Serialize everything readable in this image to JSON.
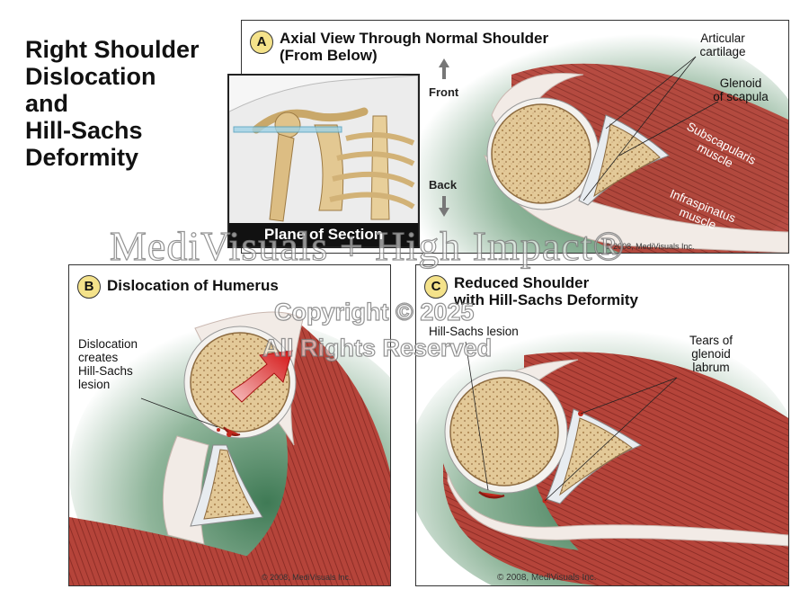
{
  "title": {
    "lines": [
      "Right Shoulder",
      "Dislocation",
      "and",
      "Hill-Sachs",
      "Deformity"
    ]
  },
  "panel_a": {
    "letter": "A",
    "title_lines": [
      "Axial View Through Normal Shoulder",
      "(From Below)"
    ],
    "front_label": "Front",
    "back_label": "Back",
    "articular_cartilage_lines": [
      "Articular",
      "cartilage"
    ],
    "glenoid_lines": [
      "Glenoid",
      "of scapula"
    ],
    "subscapularis_lines": [
      "Subscapularis",
      "muscle"
    ],
    "infraspinatus_lines": [
      "Infraspinatus",
      "muscle"
    ],
    "copyright": "© 2008, MediVisuals Inc."
  },
  "inset": {
    "caption": "Plane of Section"
  },
  "panel_b": {
    "letter": "B",
    "title": "Dislocation of Humerus",
    "lesion_lines": [
      "Dislocation",
      "creates",
      "Hill-Sachs",
      "lesion"
    ],
    "copyright": "© 2008, MediVisuals Inc."
  },
  "panel_c": {
    "letter": "C",
    "title_lines": [
      "Reduced Shoulder",
      "with Hill-Sachs Deformity"
    ],
    "lesion_label": "Hill-Sachs lesion",
    "tears_lines": [
      "Tears of",
      "glenoid",
      "labrum"
    ],
    "copyright": "© 2008, MediVisuals Inc."
  },
  "watermark": {
    "line1": "MediVisuals + High Impact®",
    "line2": "Copyright © 2025",
    "line3": "All Rights Reserved"
  },
  "colors": {
    "muscle": "#b5443a",
    "muscle_dark": "#8f2e27",
    "bone": "#e3c998",
    "bone_speckle": "#b08a55",
    "cartilage": "#e8ecf0",
    "tendon": "#efe6e0",
    "background_green": "#5c8c6c",
    "badge": "#f4e28a",
    "lesion": "#c0281c"
  }
}
